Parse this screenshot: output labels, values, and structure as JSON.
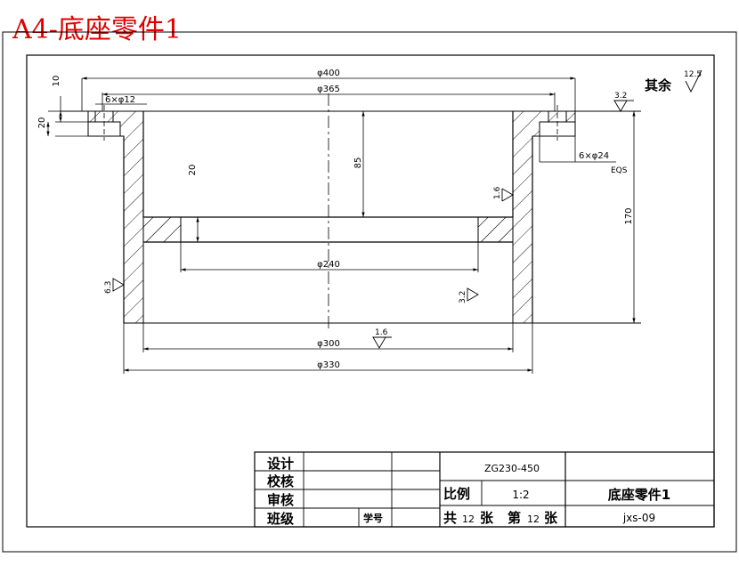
{
  "sheet": {
    "title": "A4-底座零件1"
  },
  "drawing": {
    "dims": {
      "d400": "φ400",
      "d365": "φ365",
      "holes12": "6×φ12",
      "holes24": "6×φ24",
      "eqs": "EQS",
      "h10": "10",
      "h20_left": "20",
      "h85": "85",
      "h20_center": "20",
      "h170": "170",
      "d240": "φ240",
      "d300": "φ300",
      "d330": "φ330"
    },
    "roughness": {
      "rest_label": "其余",
      "rest_value": "12.5",
      "top_value": "3.2",
      "bore_value": "1.6",
      "outer_value": "6.3",
      "inner_value": "3.2",
      "bottom_value": "1.6"
    }
  },
  "title_block": {
    "design": "设计",
    "check": "校核",
    "review": "审核",
    "class": "班级",
    "student_no": "学号",
    "material": "ZG230-450",
    "scale_label": "比例",
    "scale_value": "1:2",
    "part_name": "底座零件1",
    "total_prefix": "共",
    "total_count": "12",
    "sheet_unit": "张",
    "sheet_prefix": "第",
    "sheet_count": "12",
    "sheet_unit2": "张",
    "code": "jxs-09"
  }
}
